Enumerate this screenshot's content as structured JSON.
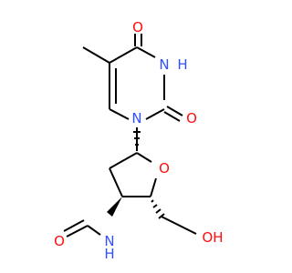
{
  "colors": {
    "carbon_bond": "#000000",
    "oxygen": "#ff0d0d",
    "nitrogen": "#3050f8",
    "background": "#ffffff"
  },
  "atoms": {
    "o_c4": "O",
    "n3h": "H",
    "n3": "N",
    "o_c2": "O",
    "n1": "N",
    "o_ring": "O",
    "n_amide": "N",
    "n_amide_h": "H",
    "o_formyl": "O",
    "o_hydroxyl": "OH"
  }
}
